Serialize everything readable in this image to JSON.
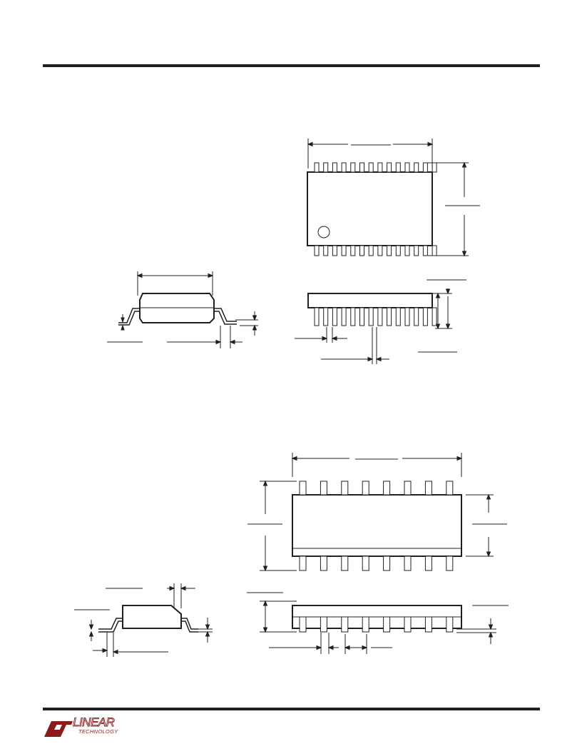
{
  "page": {
    "colors": {
      "ink": "#231f20",
      "brand": "#8b1a1a",
      "background": "#ffffff"
    }
  },
  "footer": {
    "logo": {
      "wordmark": "LINEAR",
      "subtext": "TECHNOLOGY",
      "icon": "lt-logo-icon"
    }
  },
  "drawings": {
    "top_package": {
      "pins_per_side": 14
    },
    "bottom_package": {
      "pins_per_side": 8
    }
  }
}
